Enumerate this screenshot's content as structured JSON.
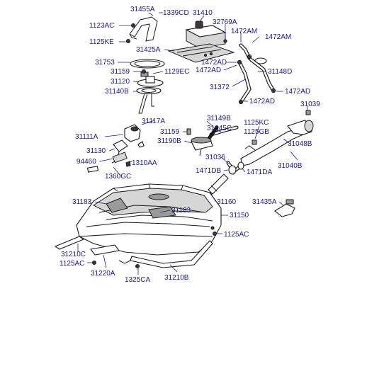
{
  "labels": {
    "p31455A": "31455A",
    "p1339CD": "1339CD",
    "p31410": "31410",
    "p32769A": "32769A",
    "p1123AC": "1123AC",
    "p1472AM_a": "1472AM",
    "p1472AM_b": "1472AM",
    "p1125KE": "1125KE",
    "p31425A": "31425A",
    "p31753": "31753",
    "p1472AD_a": "1472AD",
    "p31159_a": "31159",
    "p1129EC": "1129EC",
    "p1472AD_b": "1472AD",
    "p31148D": "31148D",
    "p31120": "31120",
    "p31372": "31372",
    "p1472AD_c": "1472AD",
    "p31140B": "31140B",
    "p1472AD_d": "1472AD",
    "p31039": "31039",
    "p31149B": "31149B",
    "p1125KC": "1125KC",
    "p31117A": "31117A",
    "p31345C": "31345C",
    "p1125GB": "1125GB",
    "p31159_b": "31159",
    "p31111A": "31111A",
    "p31190B": "31190B",
    "p31048B": "31048B",
    "p31130": "31130",
    "p31036": "31036",
    "p31040B": "31040B",
    "p94460": "94460",
    "p1310AA": "1310AA",
    "p1471DB": "1471DB",
    "p1471DA": "1471DA",
    "p1360GC": "1360GC",
    "p31183_a": "31183",
    "p31160": "31160",
    "p31435A": "31435A",
    "p31183_b": "31183",
    "p31150": "31150",
    "p1125AC_a": "1125AC",
    "p31210C": "31210C",
    "p1125AC_b": "1125AC",
    "p31220A": "31220A",
    "p1325CA": "1325CA",
    "p31210B": "31210B"
  },
  "icons": {
    "bolt": "bolt-icon",
    "clamp": "hose-clamp-icon"
  },
  "colors": {
    "label": "#1a1a8c",
    "outline": "#1a1a1a"
  }
}
